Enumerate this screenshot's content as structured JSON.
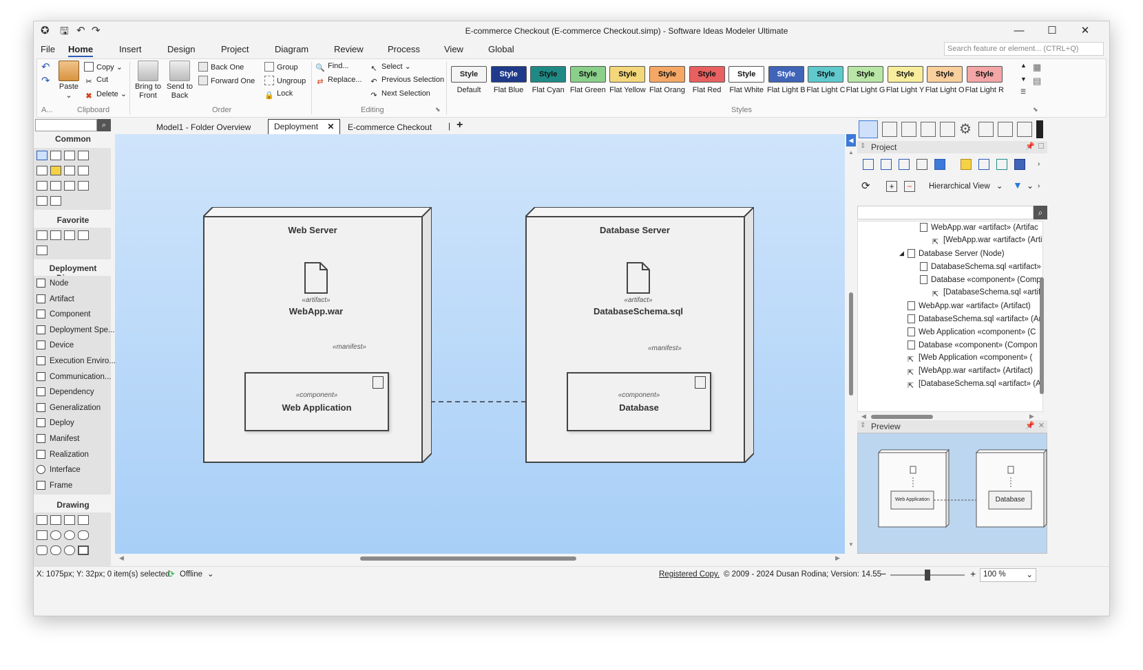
{
  "window": {
    "title": "E-commerce Checkout (E-commerce Checkout.simp) - Software Ideas Modeler Ultimate"
  },
  "menu": [
    "File",
    "Home",
    "Insert",
    "Design",
    "Project",
    "Diagram",
    "Review",
    "Process",
    "View",
    "Global"
  ],
  "search_placeholder": "Search feature or element... (CTRL+Q)",
  "ribbon": {
    "clipboard": {
      "paste": "Paste",
      "copy": "Copy",
      "cut": "Cut",
      "delete": "Delete",
      "label": "Clipboard",
      "extra": "A..."
    },
    "order": {
      "bring_front_1": "Bring to",
      "bring_front_2": "Front",
      "send_back_1": "Send to",
      "send_back_2": "Back",
      "back_one": "Back One",
      "forward_one": "Forward One",
      "group": "Group",
      "ungroup": "Ungroup",
      "lock": "Lock",
      "label": "Order"
    },
    "editing": {
      "find": "Find...",
      "replace": "Replace...",
      "select": "Select",
      "previous": "Previous Selection",
      "next": "Next Selection",
      "label": "Editing"
    },
    "styles_label": "Styles",
    "styles": [
      {
        "label": "Style",
        "name": "Default",
        "bg": "#f4f4f4",
        "fg": "#222222"
      },
      {
        "label": "Style",
        "name": "Flat Blue",
        "bg": "#1f3a8a",
        "fg": "#ffffff"
      },
      {
        "label": "Style",
        "name": "Flat Cyan",
        "bg": "#1f8a85",
        "fg": "#111111"
      },
      {
        "label": "Style",
        "name": "Flat Green",
        "bg": "#8ad08a",
        "fg": "#111111"
      },
      {
        "label": "Style",
        "name": "Flat Yellow",
        "bg": "#f4d77a",
        "fg": "#111111"
      },
      {
        "label": "Style",
        "name": "Flat Orang",
        "bg": "#f5a865",
        "fg": "#111111"
      },
      {
        "label": "Style",
        "name": "Flat Red",
        "bg": "#e86060",
        "fg": "#111111"
      },
      {
        "label": "Style",
        "name": "Flat White",
        "bg": "#ffffff",
        "fg": "#111111"
      },
      {
        "label": "Style",
        "name": "Flat Light B",
        "bg": "#3f64b8",
        "fg": "#ffffff"
      },
      {
        "label": "Style",
        "name": "Flat Light C",
        "bg": "#5fc9cc",
        "fg": "#111111"
      },
      {
        "label": "Style",
        "name": "Flat Light G",
        "bg": "#b9e6a6",
        "fg": "#111111"
      },
      {
        "label": "Style",
        "name": "Flat Light Y",
        "bg": "#f8ed9c",
        "fg": "#111111"
      },
      {
        "label": "Style",
        "name": "Flat Light O",
        "bg": "#f9cf9c",
        "fg": "#111111"
      },
      {
        "label": "Style",
        "name": "Flat Light R",
        "bg": "#f4a5a5",
        "fg": "#111111"
      }
    ]
  },
  "tabs": [
    "Model1 - Folder Overview",
    "Deployment",
    "E-commerce Checkout"
  ],
  "toolbox": {
    "common_label": "Common",
    "favorite_label": "Favorite",
    "deployment_label": "Deployment Diagram",
    "items": [
      "Node",
      "Artifact",
      "Component",
      "Deployment Spe...",
      "Device",
      "Execution Enviro...",
      "Communication...",
      "Dependency",
      "Generalization",
      "Deploy",
      "Manifest",
      "Realization",
      "Interface",
      "Frame"
    ],
    "drawing_label": "Drawing"
  },
  "diagram": {
    "web_server": "Web Server",
    "db_server": "Database Server",
    "artifact_stereo": "«artifact»",
    "webapp_war": "WebApp.war",
    "dbschema": "DatabaseSchema.sql",
    "manifest": "«manifest»",
    "component_stereo": "«component»",
    "web_application": "Web Application",
    "database": "Database"
  },
  "project": {
    "title": "Project",
    "view_label": "Hierarchical View",
    "tree": [
      "WebApp.war «artifact» (Artifac",
      "[WebApp.war «artifact» (Artifa",
      "Database Server (Node)",
      "DatabaseSchema.sql «artifact»",
      "Database «component» (Comp",
      "[DatabaseSchema.sql «artifact",
      "WebApp.war «artifact» (Artifact)",
      "DatabaseSchema.sql «artifact» (Ar",
      "Web Application «component» (C",
      "Database «component» (Compon",
      "[Web Application «component» (",
      "[WebApp.war «artifact» (Artifact)",
      "[DatabaseSchema.sql «artifact» (A"
    ]
  },
  "preview": {
    "title": "Preview",
    "web_application": "Web Application",
    "database": "Database"
  },
  "status": {
    "coords": "X: 1075px; Y: 32px; 0 item(s) selected",
    "offline": "Offline",
    "registered": "Registered Copy.",
    "copyright": "© 2009 - 2024 Dusan Rodina; Version: 14.55",
    "zoom": "100 %"
  }
}
